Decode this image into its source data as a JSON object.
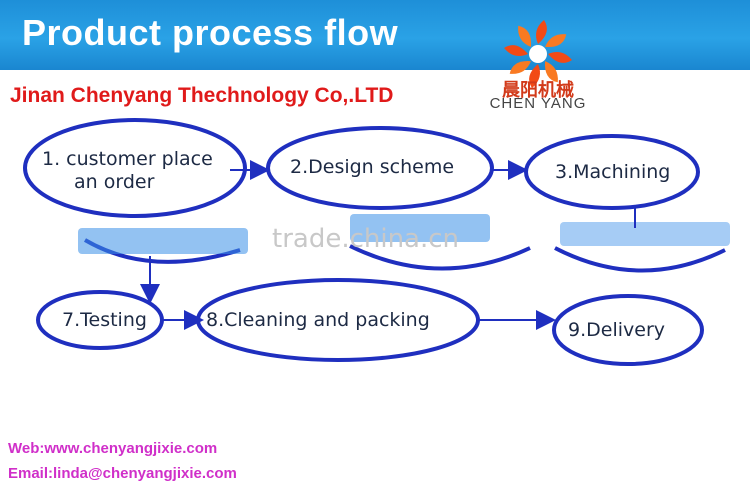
{
  "banner": {
    "title": "Product process flow"
  },
  "logo": {
    "name_cn": "晨阳机械",
    "name_en": "CHEN YANG"
  },
  "company": {
    "name": "Jinan Chenyang Thechnology Co,.LTD"
  },
  "flow": {
    "steps": [
      {
        "line1": "1. customer place",
        "line2": "an order"
      },
      {
        "line1": "2.Design scheme",
        "line2": ""
      },
      {
        "line1": "3.Machining",
        "line2": ""
      },
      {
        "line1": "7.Testing",
        "line2": ""
      },
      {
        "line1": "8.Cleaning and packing",
        "line2": ""
      },
      {
        "line1": "9.Delivery",
        "line2": ""
      }
    ],
    "colors": {
      "outline": "#1f2fbf",
      "arrow": "#1f2fbf",
      "highlight": "#3a8fe8"
    }
  },
  "watermark": "trade.china.cn",
  "footer": {
    "web": "Web:www.chenyangjixie.com",
    "email": "Email:linda@chenyangjixie.com"
  }
}
